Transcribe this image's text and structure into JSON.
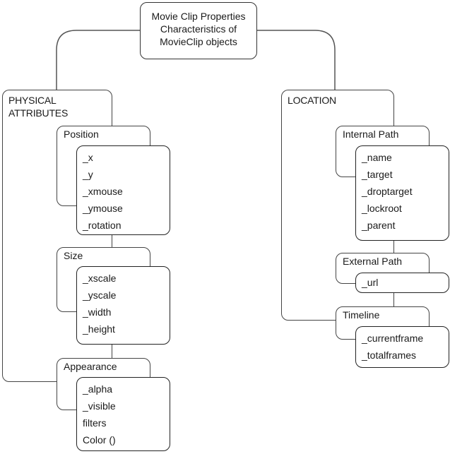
{
  "root": {
    "lines": [
      "Movie Clip Properties",
      "Characteristics of",
      "MovieClip objects"
    ]
  },
  "physical": {
    "title_lines": [
      "PHYSICAL",
      "ATTRIBUTES"
    ],
    "groups": [
      {
        "label": "Position",
        "items": [
          "_x",
          "_y",
          "_xmouse",
          "_ymouse",
          "_rotation"
        ]
      },
      {
        "label": "Size",
        "items": [
          "_xscale",
          "_yscale",
          "_width",
          "_height"
        ]
      },
      {
        "label": "Appearance",
        "items": [
          "_alpha",
          "_visible",
          "filters",
          "Color ()"
        ]
      }
    ]
  },
  "location": {
    "title": "LOCATION",
    "groups": [
      {
        "label": "Internal Path",
        "items": [
          "_name",
          "_target",
          "_droptarget",
          "_lockroot",
          "_parent"
        ]
      },
      {
        "label": "External Path",
        "items": [
          "_url"
        ]
      },
      {
        "label": "Timeline",
        "items": [
          "_currentframe",
          "_totalframes"
        ]
      }
    ]
  }
}
